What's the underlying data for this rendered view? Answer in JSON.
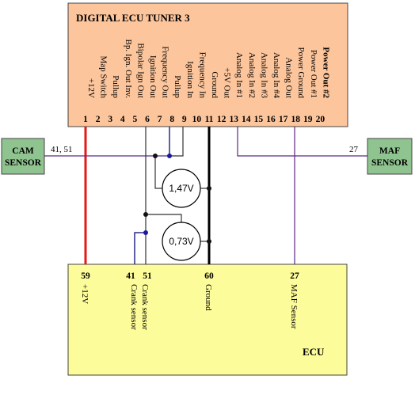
{
  "tuner": {
    "title": "DIGITAL ECU TUNER 3",
    "fill": "#fcc59c",
    "pins": [
      {
        "num": "1",
        "label": "+12V"
      },
      {
        "num": "2",
        "label": "Map Switch"
      },
      {
        "num": "3",
        "label": "Pullup"
      },
      {
        "num": "4",
        "label": "Bp. Ign. Out Inv."
      },
      {
        "num": "5",
        "label": "Bipolar Ign Out"
      },
      {
        "num": "6",
        "label": "Ignition Out"
      },
      {
        "num": "7",
        "label": "Frequency Out"
      },
      {
        "num": "8",
        "label": "Pullup"
      },
      {
        "num": "9",
        "label": "Ignition In"
      },
      {
        "num": "10",
        "label": "Frequency In"
      },
      {
        "num": "11",
        "label": "Ground"
      },
      {
        "num": "12",
        "label": "+5V Out"
      },
      {
        "num": "13",
        "label": "Analog In #1"
      },
      {
        "num": "14",
        "label": "Analog In #2"
      },
      {
        "num": "15",
        "label": "Analog In #3"
      },
      {
        "num": "16",
        "label": "Analog In #4"
      },
      {
        "num": "17",
        "label": "Analog Out"
      },
      {
        "num": "18",
        "label": "Power Ground"
      },
      {
        "num": "19",
        "label": "Power Out #1"
      },
      {
        "num": "20",
        "label": "Power Out #2"
      }
    ]
  },
  "ecu": {
    "title": "ECU",
    "fill": "#fcfc9a",
    "pins": [
      {
        "num": "59",
        "label": "+12V"
      },
      {
        "num": "41",
        "label": "Crank sensor"
      },
      {
        "num": "51",
        "label": "Crank sensor"
      },
      {
        "num": "60",
        "label": "Ground"
      },
      {
        "num": "27",
        "label": "MAF Sensor"
      }
    ]
  },
  "cam_sensor": {
    "line1": "CAM",
    "line2": "SENSOR",
    "wire_label": "41, 51"
  },
  "maf_sensor": {
    "line1": "MAF",
    "line2": "SENSOR",
    "wire_label": "27"
  },
  "sensor_fill": "#8fc38f",
  "meters": {
    "top": "1,47V",
    "bottom": "0,73V"
  },
  "colors": {
    "power_wire": "#e81818",
    "ground_wire": "#000000",
    "signal_wire": "#5a2a82",
    "crank_wire": "#2a2a8c",
    "node": "#1a1a9a"
  }
}
